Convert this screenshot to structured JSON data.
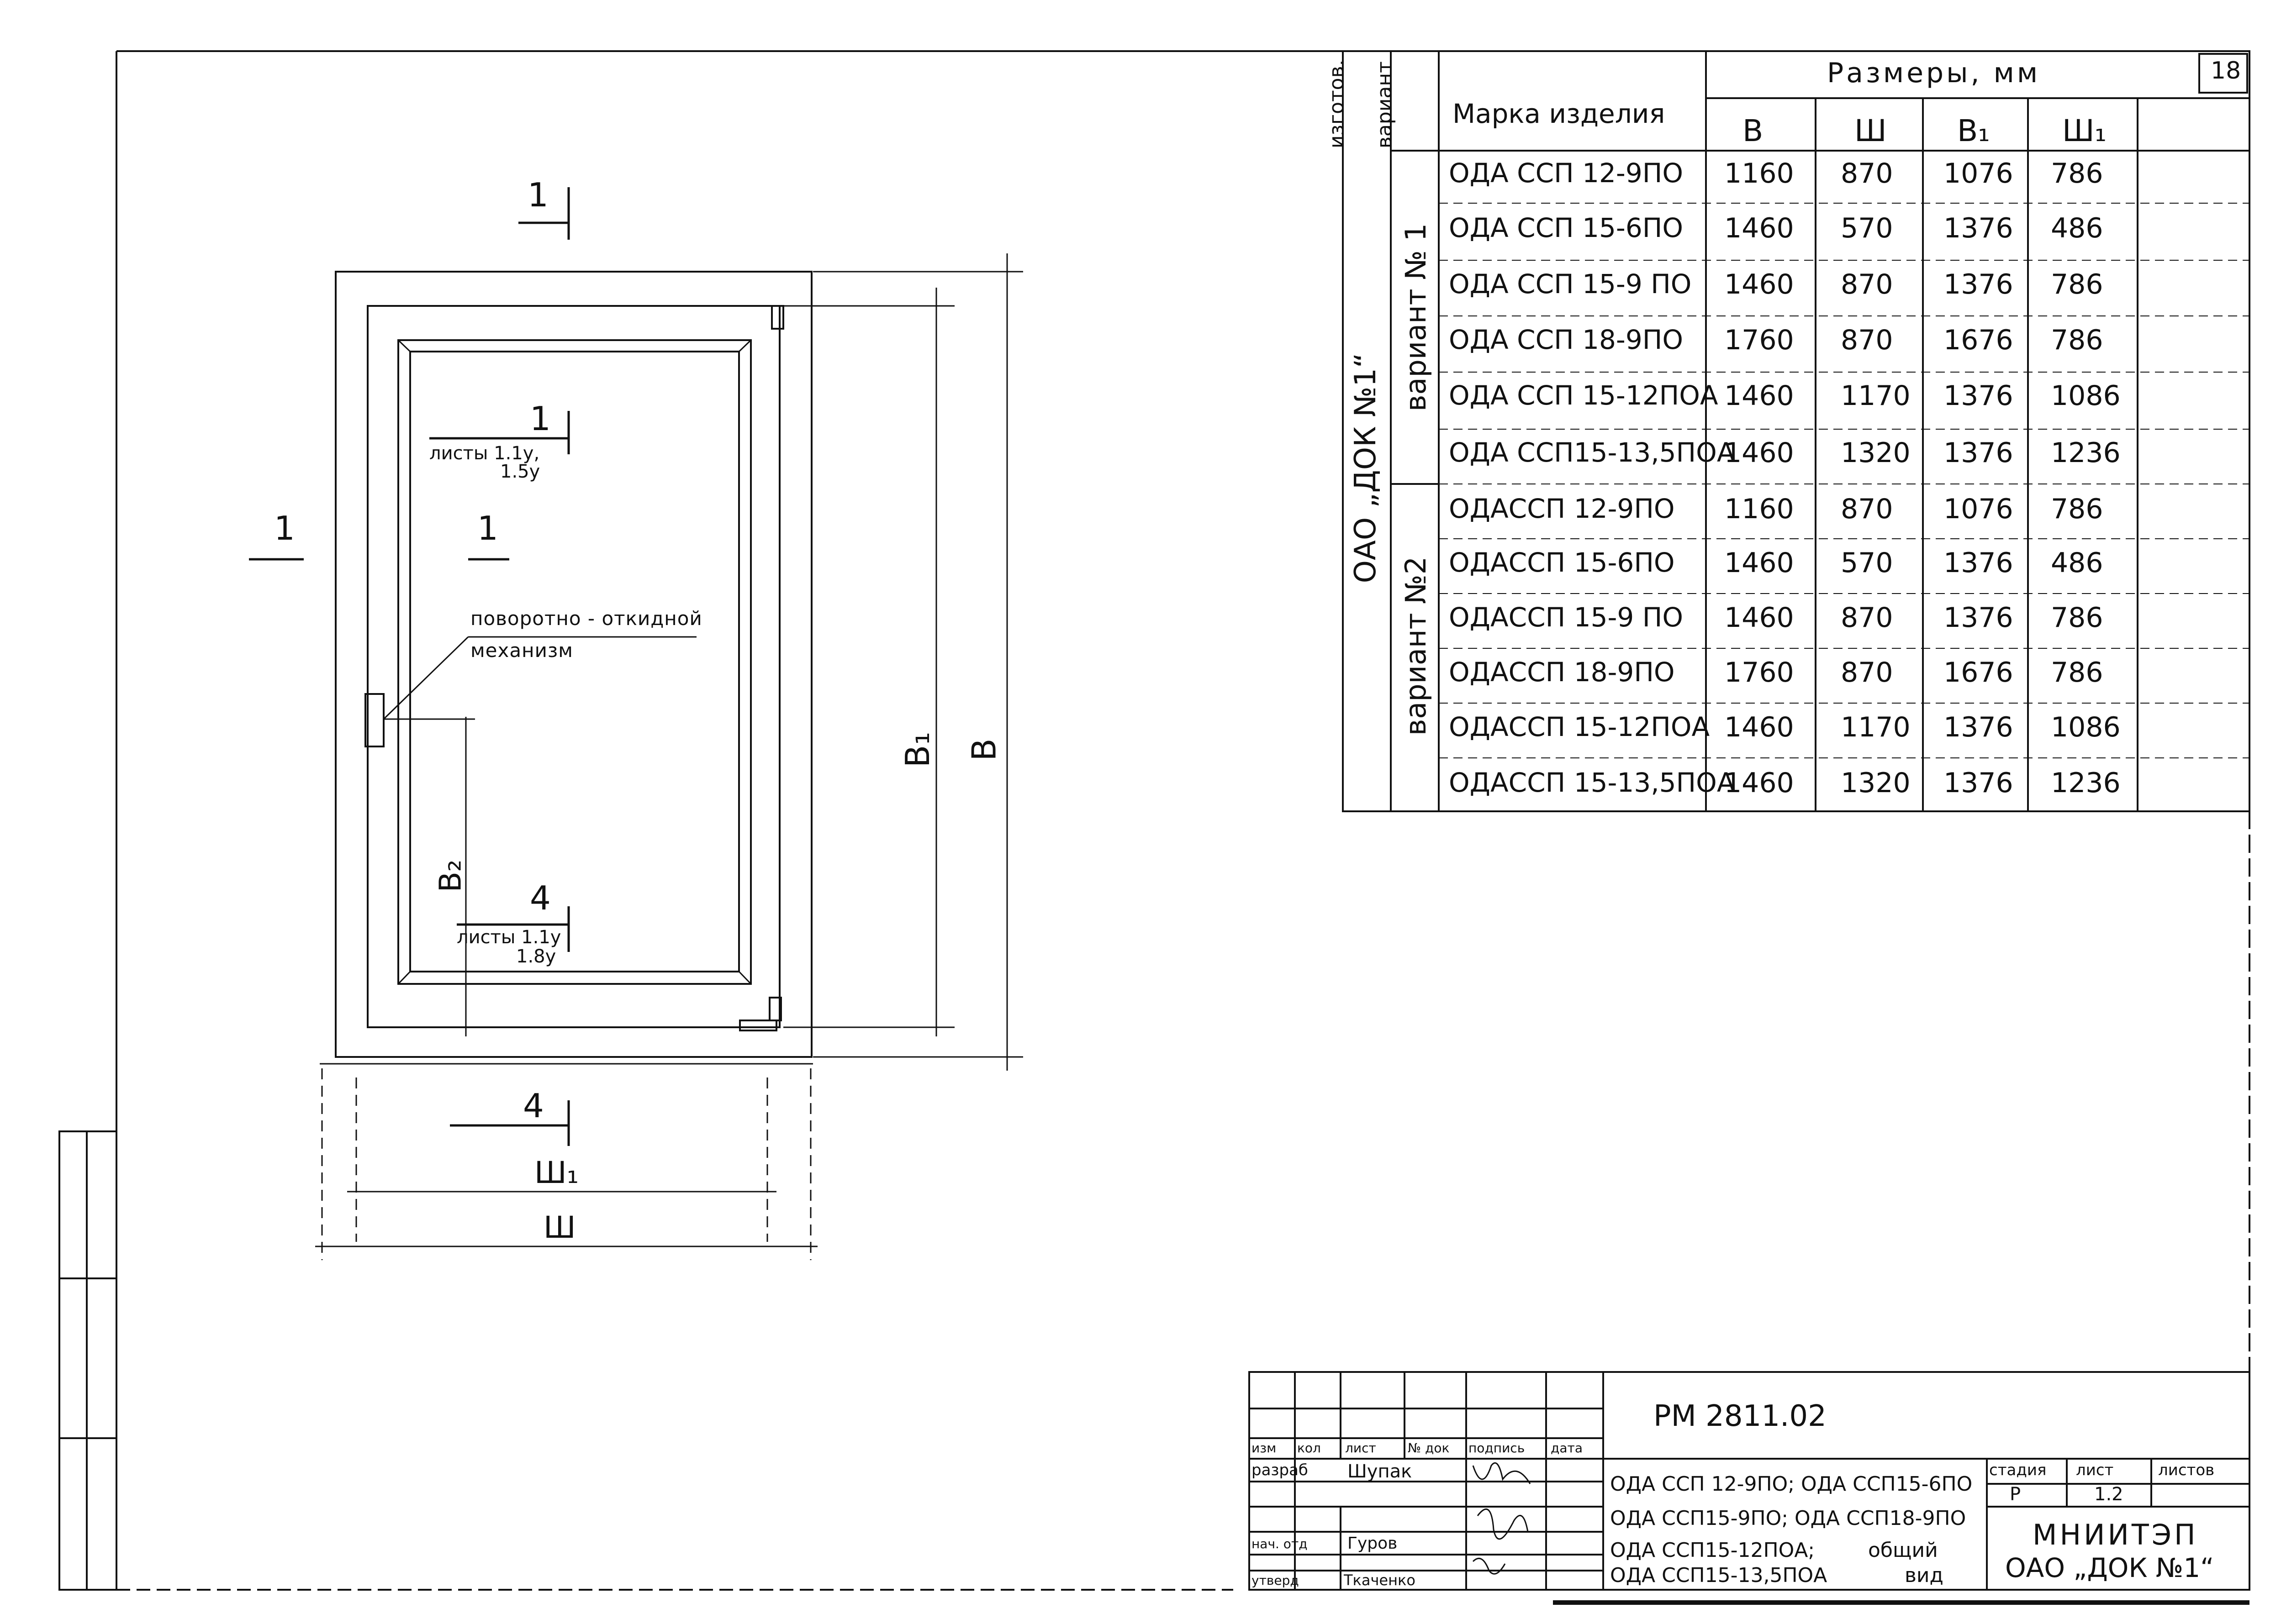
{
  "sheet_number": "18",
  "table": {
    "col_manufacturer": "изготов.",
    "col_variant": "вариант",
    "col_mark": "Марка изделия",
    "col_sizes": "Размеры, мм",
    "size_headers": [
      "В",
      "Ш",
      "В₁",
      "Ш₁"
    ],
    "manufacturer": "ОАО „ДОК №1“",
    "variant_1": "вариант № 1",
    "variant_2": "вариант №2",
    "rows": [
      {
        "mark": "ОДА ССП 12-9ПО",
        "v": "1160",
        "sh": "870",
        "v1": "1076",
        "sh1": "786"
      },
      {
        "mark": "ОДА ССП 15-6ПО",
        "v": "1460",
        "sh": "570",
        "v1": "1376",
        "sh1": "486"
      },
      {
        "mark": "ОДА ССП 15-9 ПО",
        "v": "1460",
        "sh": "870",
        "v1": "1376",
        "sh1": "786"
      },
      {
        "mark": "ОДА ССП 18-9ПО",
        "v": "1760",
        "sh": "870",
        "v1": "1676",
        "sh1": "786"
      },
      {
        "mark": "ОДА ССП 15-12ПОА",
        "v": "1460",
        "sh": "1170",
        "v1": "1376",
        "sh1": "1086"
      },
      {
        "mark": "ОДА ССП15-13,5ПОА",
        "v": "1460",
        "sh": "1320",
        "v1": "1376",
        "sh1": "1236"
      },
      {
        "mark": "ОДАССП 12-9ПО",
        "v": "1160",
        "sh": "870",
        "v1": "1076",
        "sh1": "786"
      },
      {
        "mark": "ОДАССП 15-6ПО",
        "v": "1460",
        "sh": "570",
        "v1": "1376",
        "sh1": "486"
      },
      {
        "mark": "ОДАССП 15-9 ПО",
        "v": "1460",
        "sh": "870",
        "v1": "1376",
        "sh1": "786"
      },
      {
        "mark": "ОДАССП 18-9ПО",
        "v": "1760",
        "sh": "870",
        "v1": "1676",
        "sh1": "786"
      },
      {
        "mark": "ОДАССП 15-12ПОА",
        "v": "1460",
        "sh": "1170",
        "v1": "1376",
        "sh1": "1086"
      },
      {
        "mark": "ОДАССП 15-13,5ПОА",
        "v": "1460",
        "sh": "1320",
        "v1": "1376",
        "sh1": "1236"
      }
    ]
  },
  "drawing": {
    "section_1_top": "1",
    "section_1_inner": "1",
    "sheets_1": "листы 1.1у,",
    "sheets_1b": "1.5у",
    "view_left": "1",
    "view_inner": "1",
    "mechanism_line1": "поворотно - откидной",
    "mechanism_line2": "механизм",
    "section_4_inner": "4",
    "sheets_4": "листы 1.1у",
    "sheets_4b": "1.8у",
    "section_4_bottom": "4",
    "dim_b": "В",
    "dim_b1": "В₁",
    "dim_b2": "В₂",
    "dim_sh": "Ш",
    "dim_sh1": "Ш₁"
  },
  "title_block": {
    "doc_code": "РМ 2811.02",
    "head_izm": "изм",
    "head_kol": "кол",
    "head_list": "лист",
    "head_ndok": "№ док",
    "head_podpis": "подпись",
    "head_data": "дата",
    "razrab_label": "разраб",
    "razrab_name": "Шупак",
    "nach_label": "нач. отд",
    "nach_name": "Гуров",
    "utv_label": "утверд",
    "utv_name": "Ткаченко",
    "description_1": "ОДА ССП 12-9ПО; ОДА ССП15-6ПО",
    "description_2": "ОДА ССП15-9ПО; ОДА ССП18-9ПО",
    "description_3": "ОДА ССП15-12ПОА;",
    "description_4": "ОДА ССП15-13,5ПОА",
    "description_5": "общий",
    "description_6": "вид",
    "stadia_label": "стадия",
    "stadia_value": "Р",
    "list_label": "лист",
    "list_value": "1.2",
    "listov_label": "листов",
    "org_1": "МНИИТЭП",
    "org_2": "ОАО „ДОК №1“"
  }
}
